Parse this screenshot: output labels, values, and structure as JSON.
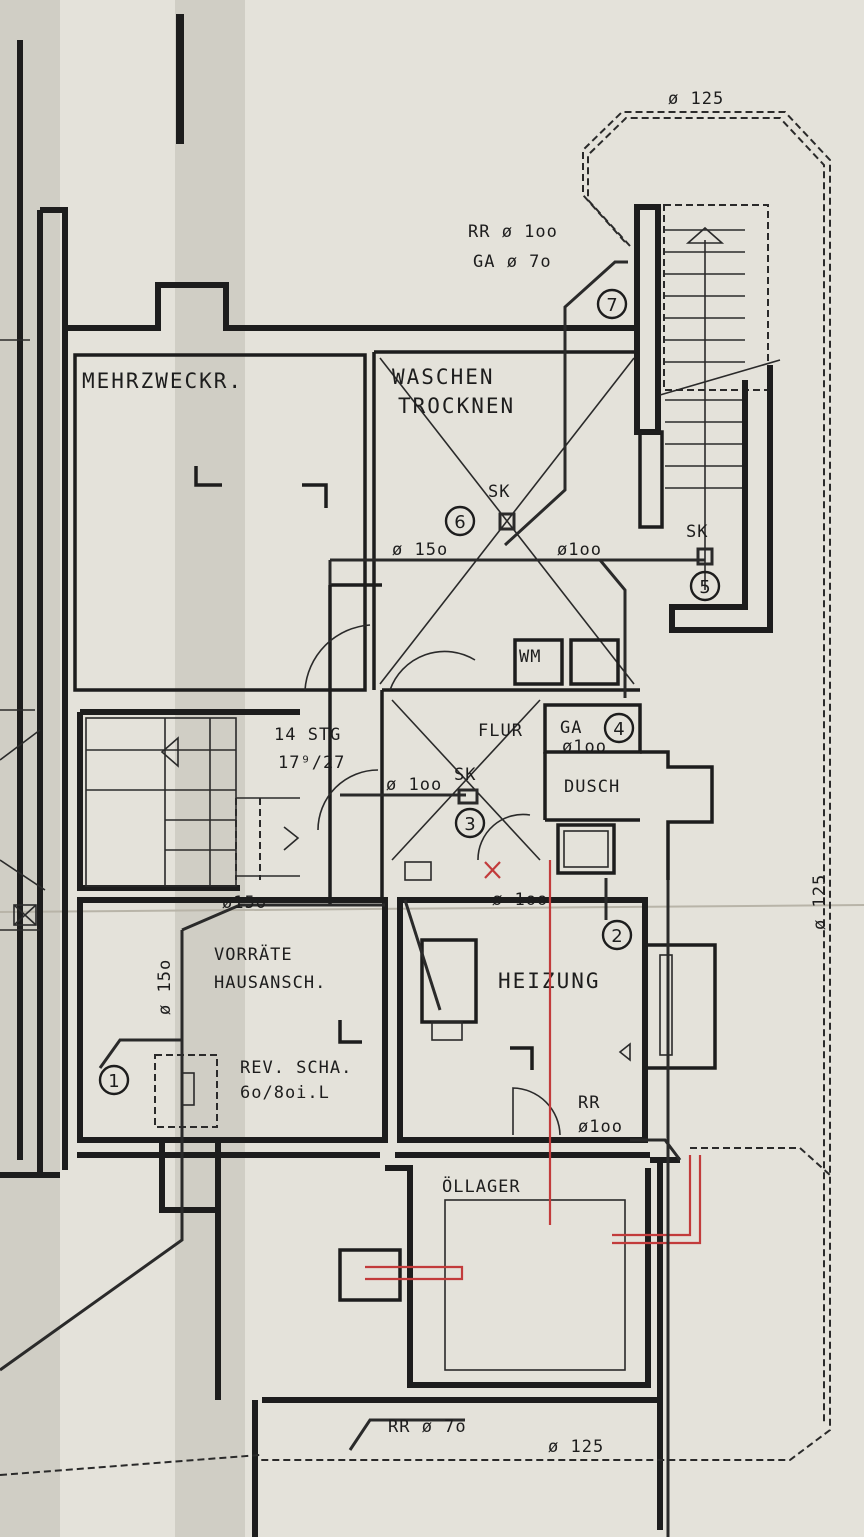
{
  "diagram": {
    "pipe_labels": {
      "d125_top": "ø 125",
      "rr100_top": "RR ø 1oo",
      "ga70_top": "GA ø 7o",
      "d150_wasch": "ø 15o",
      "d100_wasch": "ø1oo",
      "d100_flur": "ø 1oo",
      "ga_flur": "GA",
      "ga_d100": "ø1oo",
      "d150_treppe": "ø15o",
      "d150_vert": "ø 15o",
      "d100_heizung": "ø 1oo",
      "rr_heizung": "RR",
      "rr_heizung_d": "ø1oo",
      "d125_right": "ø 125",
      "rr70_bottom": "RR ø 7o",
      "d125_bottom": "ø 125"
    },
    "rooms": {
      "mehrzweck": "MEHRZWECKR.",
      "waschen": "WASCHEN",
      "trocknen": "TROCKNEN",
      "flur": "FLUR",
      "dusch": "DUSCH",
      "vorraete": "VORRÄTE",
      "hausansch": "HAUSANSCH.",
      "heizung": "HEIZUNG",
      "oellager": "ÖLLAGER",
      "wm": "WM"
    },
    "stair_labels": {
      "steps": "14 STG",
      "ratio": "17⁹/27"
    },
    "fixtures": {
      "sk_wasch": "SK",
      "sk_right": "SK",
      "sk_flur": "SK"
    },
    "shaft_labels": {
      "rev": "REV. SCHA.",
      "rev_size": "6o/8oi.L"
    },
    "markers": [
      "1",
      "2",
      "3",
      "4",
      "5",
      "6",
      "7"
    ]
  }
}
